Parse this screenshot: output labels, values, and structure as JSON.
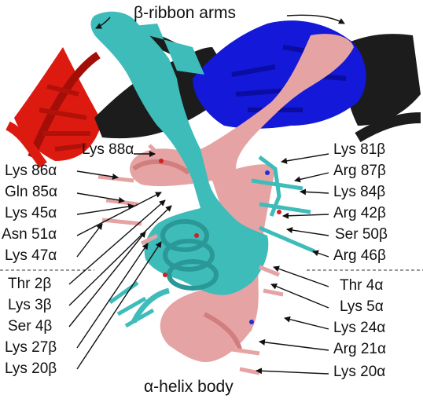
{
  "header": {
    "top_caption": "β-ribbon arms",
    "bottom_caption": "α-helix body"
  },
  "left_labels_upper": [
    "Lys 88α",
    "Lys 86α",
    "Gln 85α",
    "Lys 45α",
    "Asn 51α",
    "Lys 47α"
  ],
  "left_labels_lower": [
    "Thr 2β",
    "Lys 3β",
    "Ser 4β",
    "Lys 27β",
    "Lys 20β"
  ],
  "right_labels_upper": [
    "Lys 81β",
    "Arg 87β",
    "Lys 84β",
    "Arg 42β",
    "Ser 50β",
    "Arg 46β"
  ],
  "right_labels_lower": [
    "Thr 4α",
    "Lys 5α",
    "Lys 24α",
    "Arg 21α",
    "Lys 20α"
  ],
  "colors": {
    "dna_red": "#dd1a10",
    "dna_blue": "#1418d8",
    "dna_black": "#1c1c1c",
    "chain_cyan": "#3ebcba",
    "chain_pink": "#e6a3a3"
  }
}
